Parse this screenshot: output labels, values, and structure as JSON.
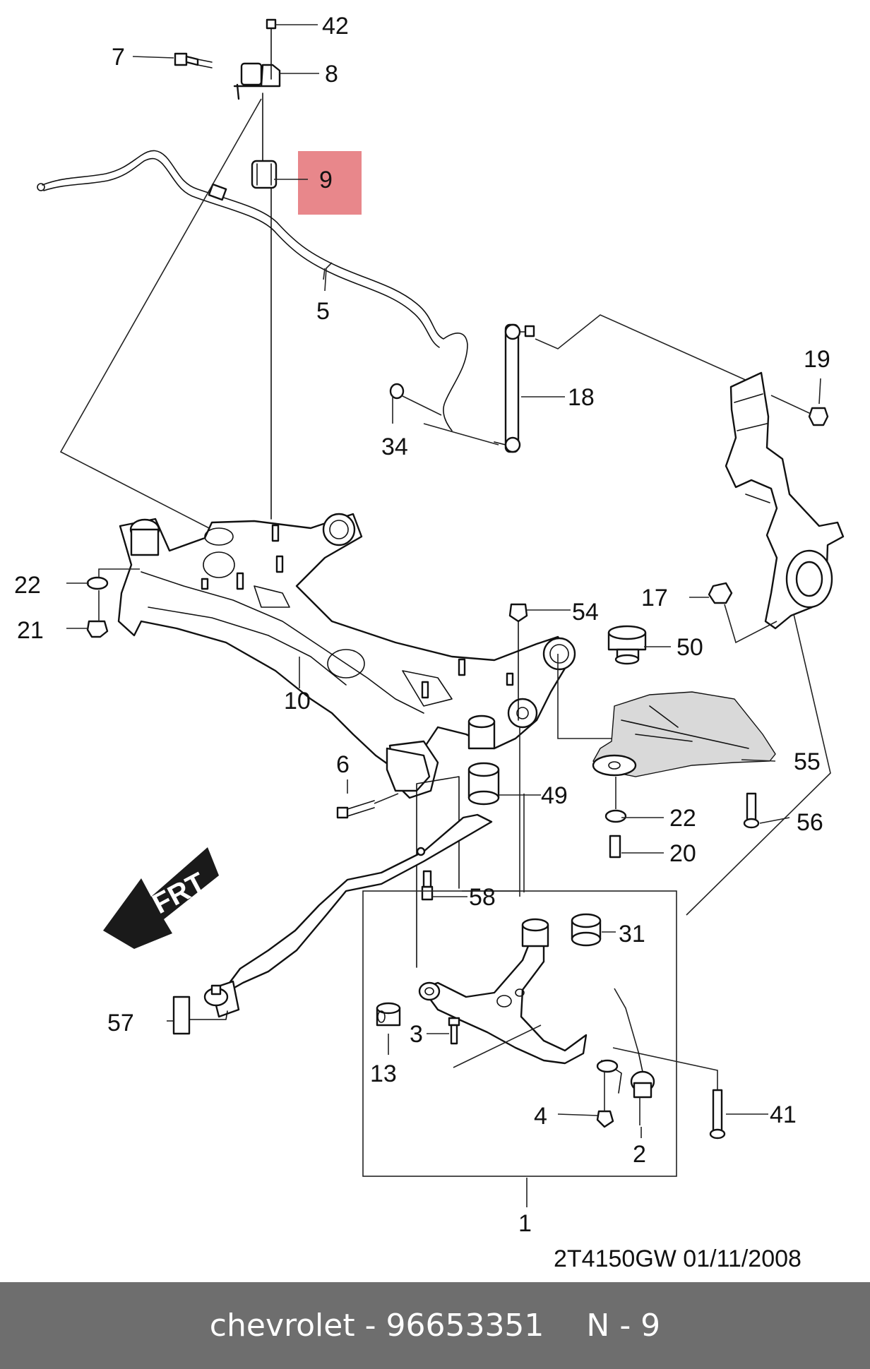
{
  "diagram": {
    "callouts": [
      "42",
      "7",
      "8",
      "9",
      "5",
      "18",
      "19",
      "34",
      "22",
      "21",
      "10",
      "54",
      "17",
      "50",
      "6",
      "49",
      "55",
      "22",
      "56",
      "20",
      "58",
      "31",
      "57",
      "3",
      "13",
      "4",
      "2",
      "41",
      "1"
    ],
    "highlight_color": "#e8878b",
    "highlighted_callout": "9",
    "direction_label": "FRT",
    "drawing_code": "2T4150GW 01/11/2008"
  },
  "footer": {
    "brand": "chevrolet",
    "separator": "-",
    "part_number": "96653351",
    "position_label": "N - 9",
    "background": "#6e6e6e"
  }
}
